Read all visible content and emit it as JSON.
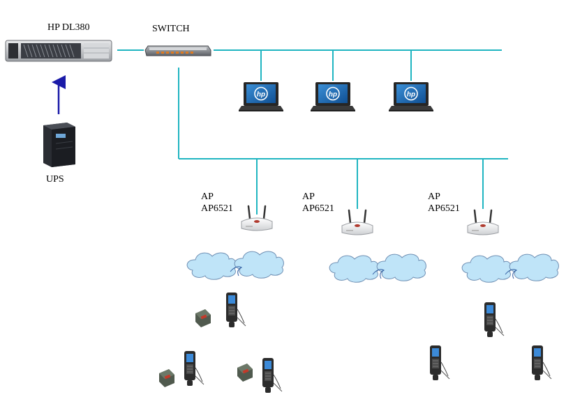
{
  "labels": {
    "server": "HP DL380",
    "switch": "SWITCH",
    "ups": "UPS"
  },
  "access_points": [
    {
      "line1": "AP",
      "line2": "AP6521"
    },
    {
      "line1": "AP",
      "line2": "AP6521"
    },
    {
      "line1": "AP",
      "line2": "AP6521"
    }
  ],
  "laptops": [
    {
      "brand": "hp"
    },
    {
      "brand": "hp"
    },
    {
      "brand": "hp"
    }
  ],
  "colors": {
    "network_line": "#1fb5c1",
    "arrow": "#1a1aa8",
    "cloud_fill": "#bfe4f8",
    "cloud_stroke": "#6f8fb3",
    "laptop_screen": "#1d6fb6"
  },
  "icons": [
    "server-icon",
    "switch-icon",
    "ups-icon",
    "laptop-icon",
    "access-point-icon",
    "cloud-icon",
    "handheld-terminal-icon",
    "printer-icon"
  ]
}
